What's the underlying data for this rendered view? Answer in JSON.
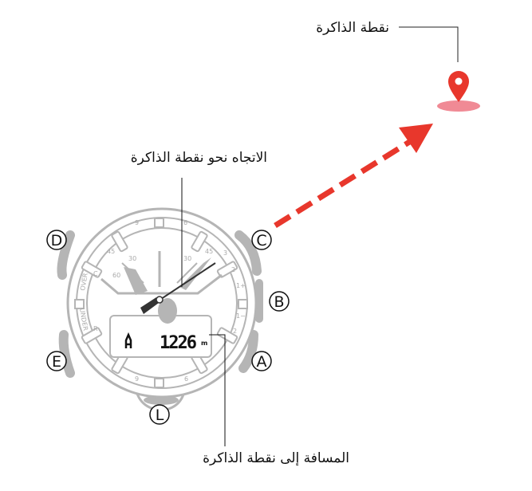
{
  "labels": {
    "memory_point": "نقطة الذاكرة",
    "direction": "الاتجاه نحو نقطة الذاكرة",
    "distance": "المسافة إلى نقطة الذاكرة"
  },
  "buttons": {
    "d": "D",
    "c": "C",
    "b": "B",
    "e": "E",
    "a": "A",
    "l": "L"
  },
  "display": {
    "value": "1226",
    "unit": "m"
  },
  "dial": {
    "top_left": "9",
    "top_right": "6",
    "bottom_left": "9",
    "bottom_right": "6",
    "r3": "3",
    "r2a": "2",
    "r1p": "1+",
    "r1m": "1−",
    "r2b": "2",
    "over": "OVER",
    "under": "UNDER",
    "c": "C",
    "r": "R",
    "s60": "60",
    "s30": "30",
    "s45a": "45",
    "s45b": "45",
    "s30b": "30"
  },
  "colors": {
    "arrow": "#e8372c",
    "pin": "#e8372c",
    "pin_shadow": "#f08a95",
    "watch": "#b5b5b5",
    "hand": "#333333"
  }
}
